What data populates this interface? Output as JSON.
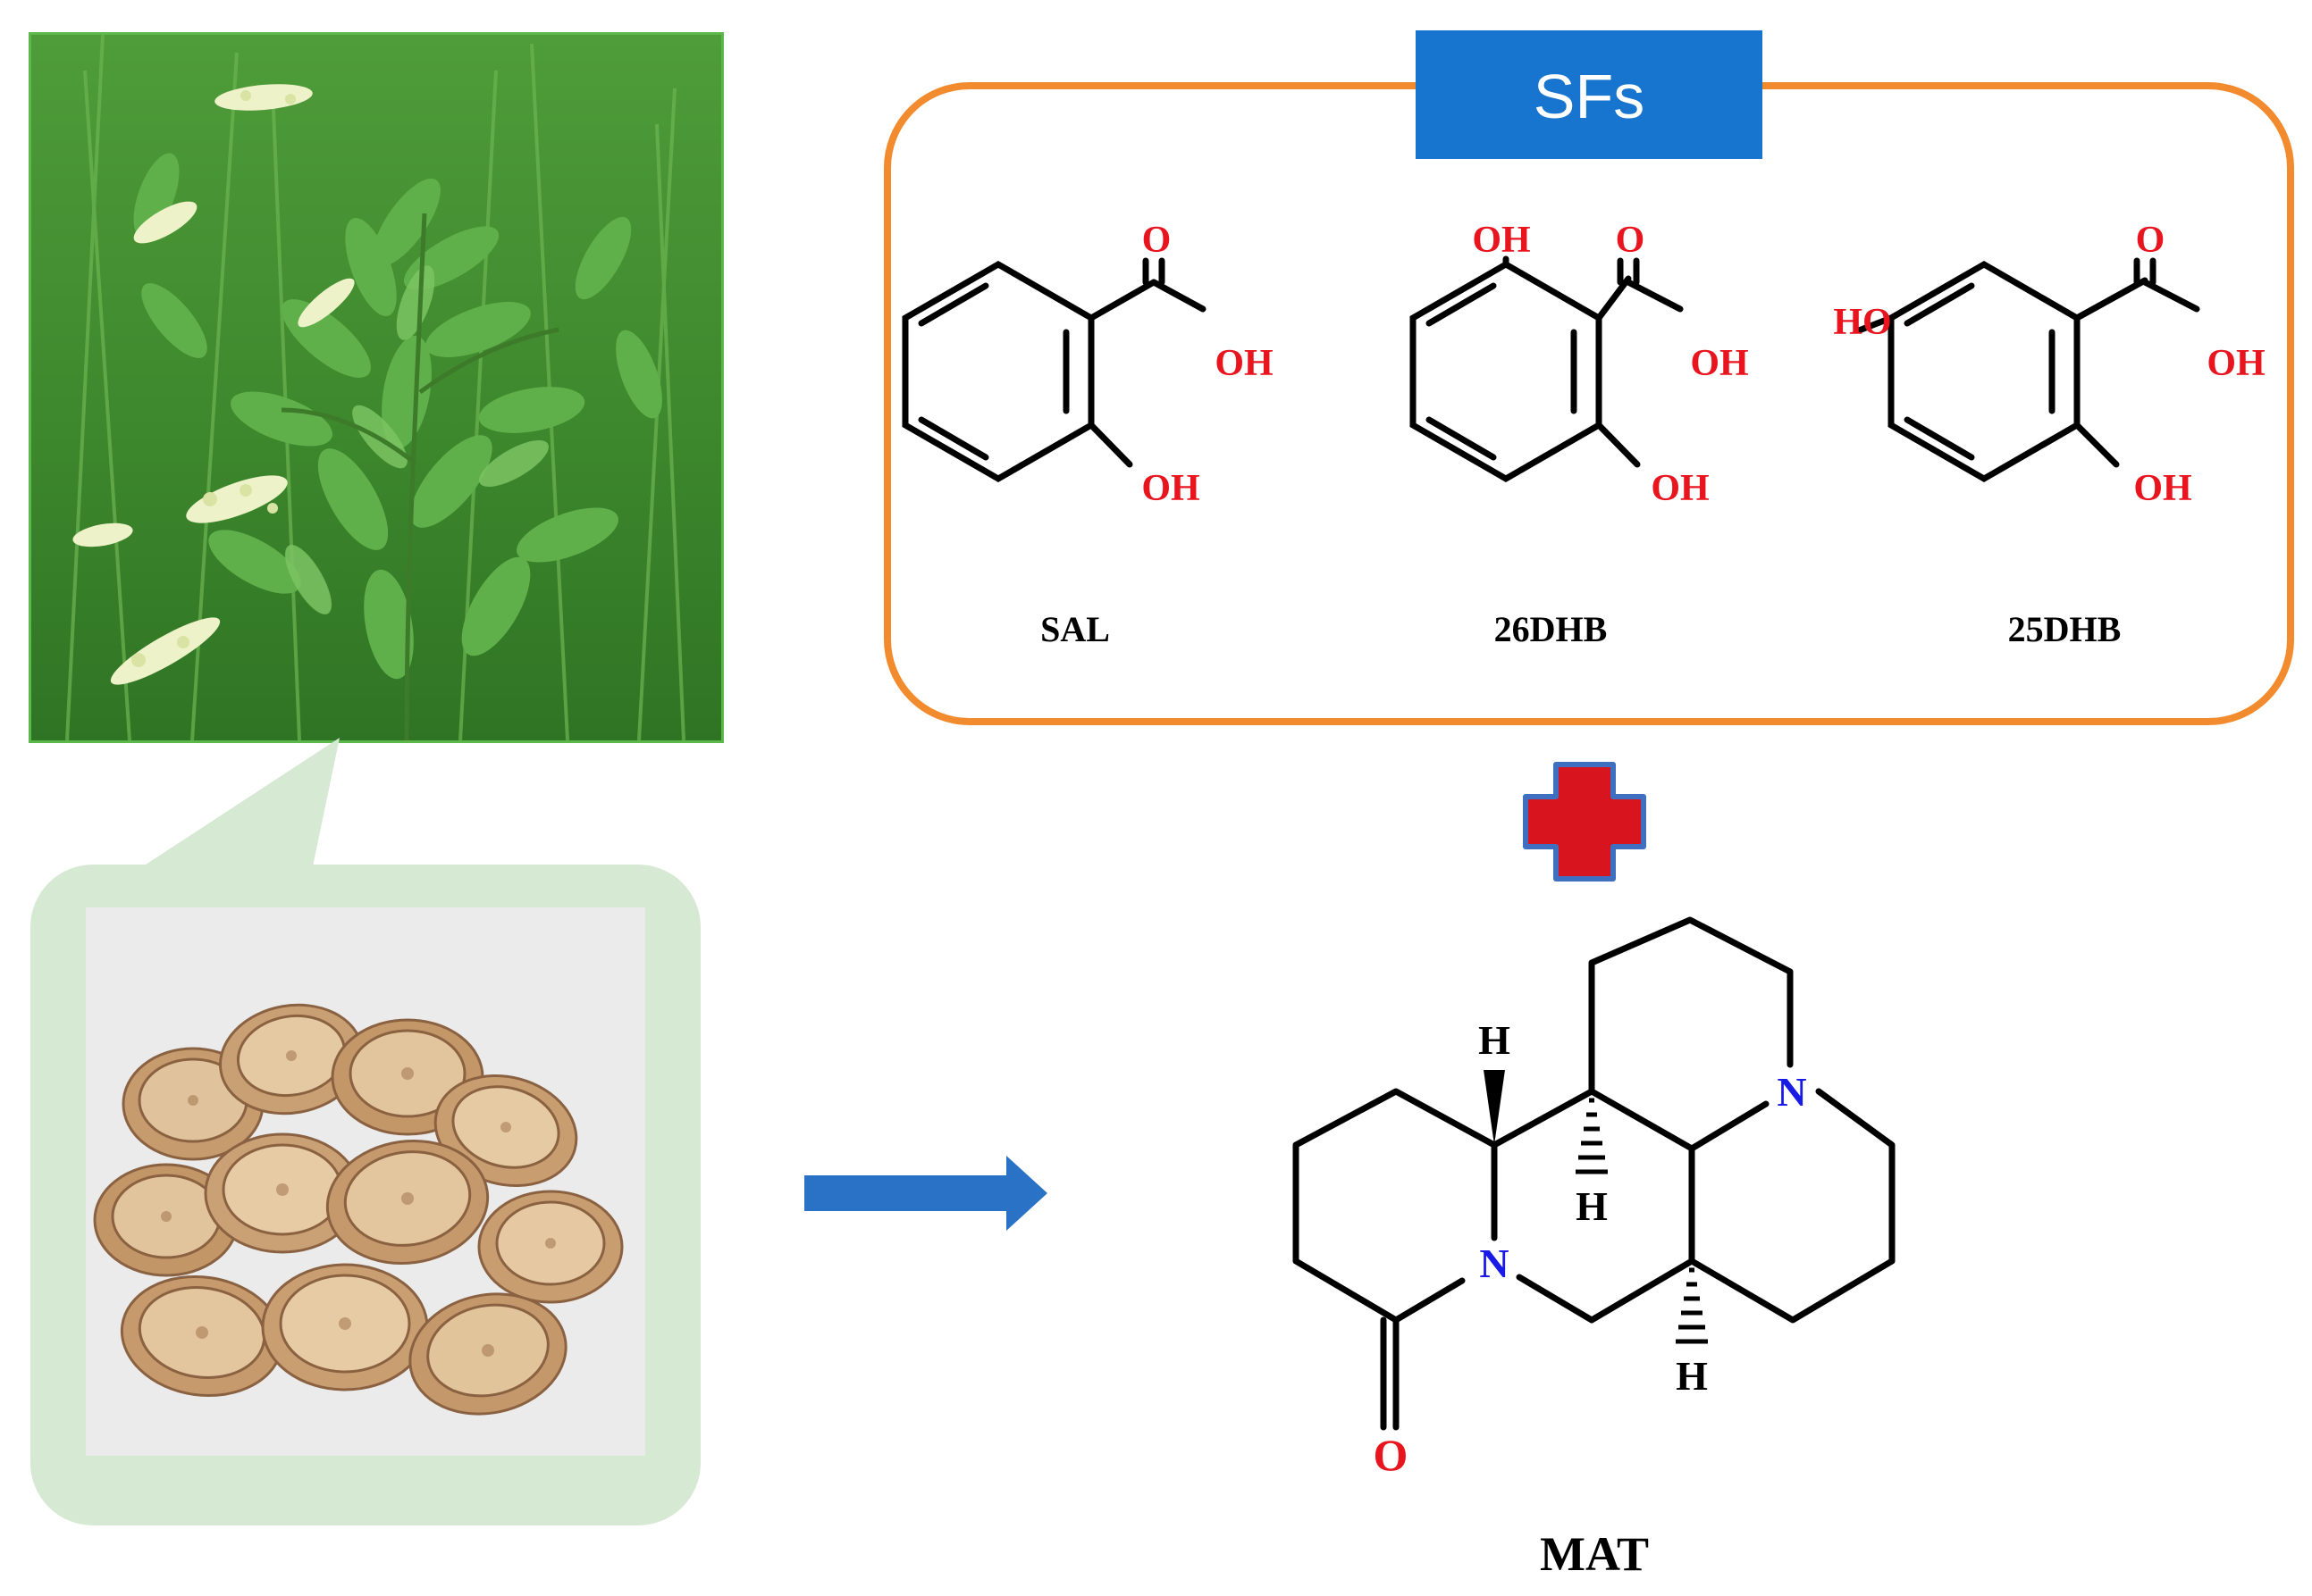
{
  "header": {
    "group_label": "SFs"
  },
  "compounds": {
    "sal": {
      "name": "SAL",
      "atoms": {
        "carbonyl_o": "O",
        "acid_oh": "OH",
        "ring_oh": "OH"
      }
    },
    "dhb26": {
      "name": "26DHB",
      "atoms": {
        "top_oh": "OH",
        "carbonyl_o": "O",
        "acid_oh": "OH",
        "ring_oh": "OH"
      }
    },
    "dhb25": {
      "name": "25DHB",
      "atoms": {
        "ho": "HO",
        "carbonyl_o": "O",
        "acid_oh": "OH",
        "ring_oh": "OH"
      }
    },
    "mat": {
      "name": "MAT",
      "atoms": {
        "h1": "H",
        "h2": "H",
        "h3": "H",
        "n_top": "N",
        "n_bottom": "N",
        "carbonyl_o": "O"
      }
    }
  },
  "icons": {
    "plus": "plus-icon",
    "arrow": "arrow-right-icon"
  },
  "colors": {
    "box_border": "#F28A2E",
    "label_bg": "#1774CF",
    "label_text": "#ffffff",
    "oxygen": "#E8141E",
    "nitrogen": "#1A1AE6",
    "plus_fill": "#D8141E",
    "plus_stroke": "#3E6FC0",
    "arrow": "#2A72C6",
    "callout": "#D6E9D3",
    "photo_border": "#5CB84A"
  }
}
